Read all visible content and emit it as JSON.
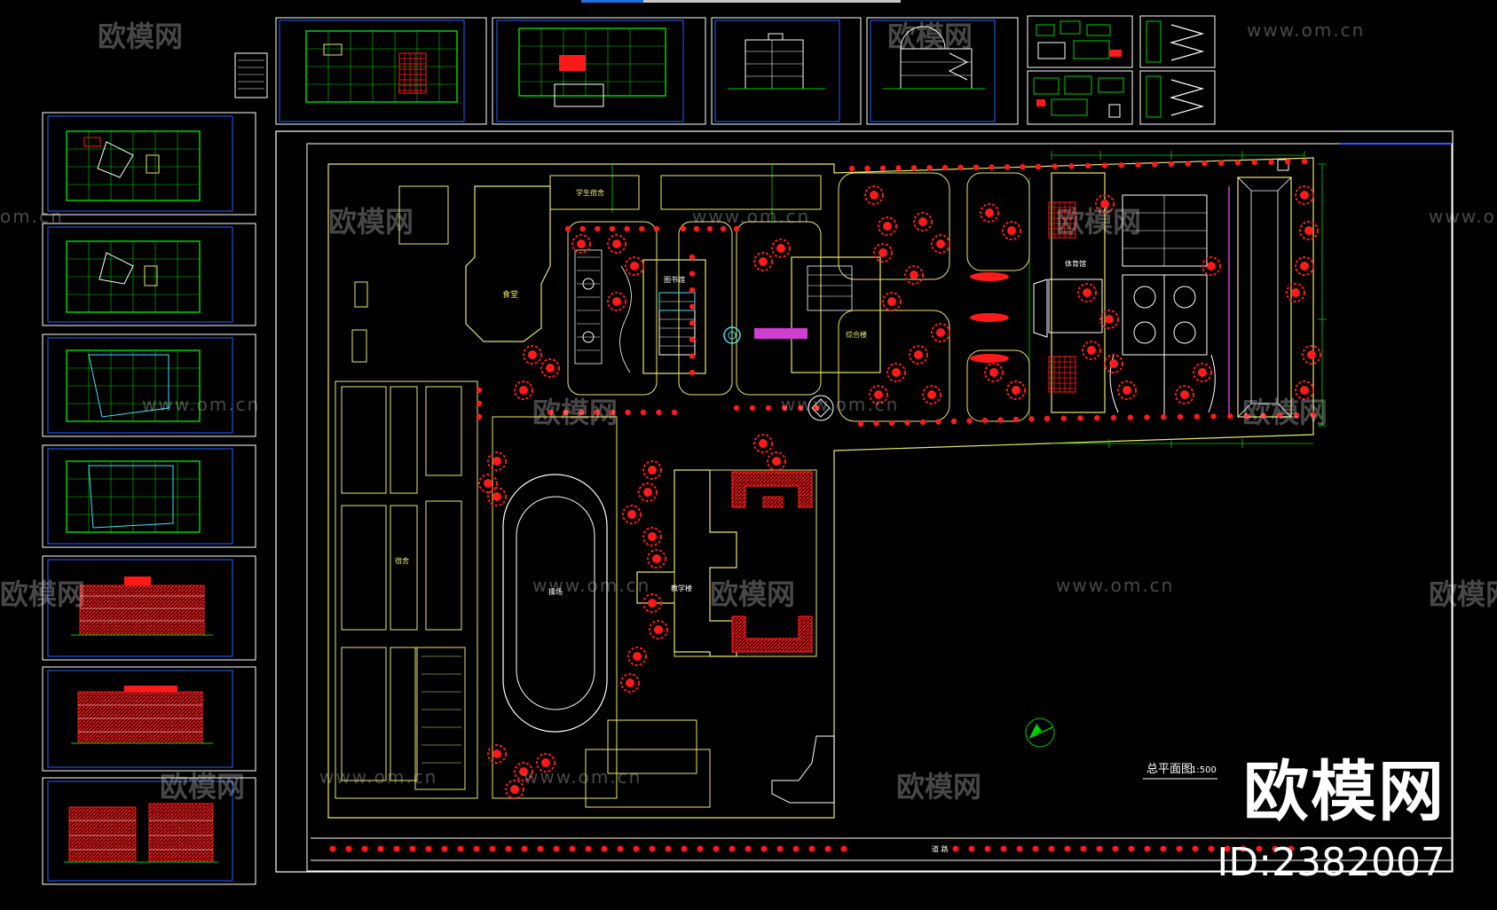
{
  "viewer": {
    "tab_active_color": "#1e6fd9",
    "tab_inactive_color": "#c9c9c9"
  },
  "site_plan": {
    "title": "总平面图",
    "scale": "1:500",
    "labels": {
      "track_field": "操场",
      "teaching_building": "教学楼",
      "admin_building": "综合楼",
      "dormitory": "学生宿舍",
      "library": "图书馆",
      "canteen": "食堂",
      "gym": "体育馆",
      "road": "道 路"
    }
  },
  "watermark": {
    "brand": "欧模网",
    "url": "www.om.cn",
    "url_short": "om.cn",
    "model_id": "ID:2382007"
  },
  "colors": {
    "cad_green": "#00d000",
    "cad_yellow": "#e8e86a",
    "cad_red": "#ff1a1a",
    "cad_white": "#ffffff",
    "cad_blue": "#2060ff",
    "cad_cyan": "#40e0ff",
    "cad_magenta": "#d040d0"
  }
}
